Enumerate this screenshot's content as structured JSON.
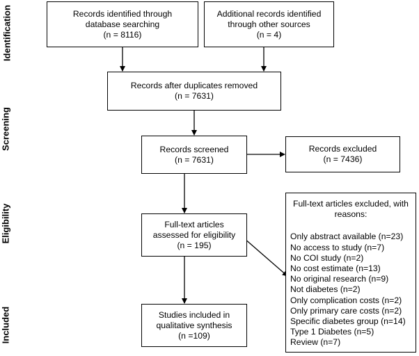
{
  "stages": {
    "identification": "Identification",
    "screening": "Screening",
    "eligibility": "Eligibility",
    "included": "Included"
  },
  "boxes": {
    "identified": {
      "line1": "Records identified through",
      "line2": "database searching",
      "line3": "(n = 8116)"
    },
    "additional": {
      "line1": "Additional records identified",
      "line2": "through other sources",
      "line3": "(n = 4)"
    },
    "after_duplicates": {
      "line1": "Records after duplicates removed",
      "line2": "(n = 7631)"
    },
    "screened": {
      "line1": "Records screened",
      "line2": "(n = 7631)"
    },
    "excluded": {
      "line1": "Records excluded",
      "line2": "(n = 7436)"
    },
    "fulltext": {
      "line1": "Full-text articles",
      "line2": "assessed for eligibility",
      "line3": "(n = 195)"
    },
    "included": {
      "line1": "Studies included in",
      "line2": "qualitative synthesis",
      "line3": "(n =109)"
    }
  },
  "fulltext_excluded": {
    "heading1": "Full-text articles excluded, with",
    "heading2": "reasons:",
    "reasons": [
      "Only abstract available (n=23)",
      "No access to study (n=7)",
      "No COI study (n=2)",
      "No cost estimate (n=13)",
      "No original research (n=9)",
      "Not diabetes (n=2)",
      "Only complication costs (n=2)",
      "Only primary care costs (n=2)",
      "Specific diabetes group (n=14)",
      "Type 1 Diabetes (n=5)",
      "Review (n=7)"
    ]
  }
}
